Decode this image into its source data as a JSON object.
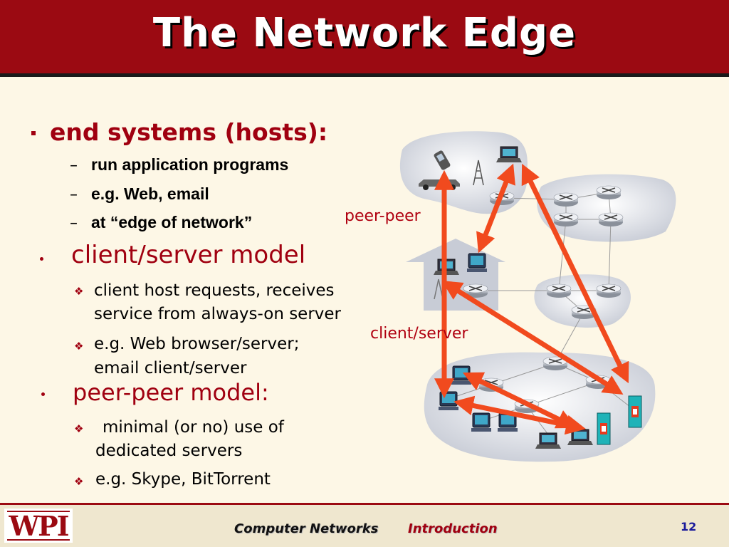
{
  "slide": {
    "title": "The Network Edge",
    "bullets": {
      "end_systems": "end systems (hosts):",
      "end_systems_items": [
        "run application programs",
        "e.g. Web, email",
        "at “edge of network”"
      ],
      "client_server": "client/server model",
      "client_server_items": [
        "client host requests, receives",
        "service from always-on server",
        "e.g. Web browser/server;",
        "email client/server"
      ],
      "peer_peer": "peer-peer model:",
      "peer_peer_items": [
        "minimal (or no) use of",
        "dedicated servers",
        "e.g. Skype,  BitTorrent"
      ]
    },
    "diagram": {
      "label_peer": "peer-peer",
      "label_client": "client/server"
    }
  },
  "footer": {
    "logo": "WPI",
    "course": "Computer Networks",
    "section": "Introduction",
    "page": "12"
  },
  "colors": {
    "title_bar": "#9b0a12",
    "accent_red": "#a00010",
    "arrow": "#f14a1e",
    "background": "#fdf7e6"
  }
}
